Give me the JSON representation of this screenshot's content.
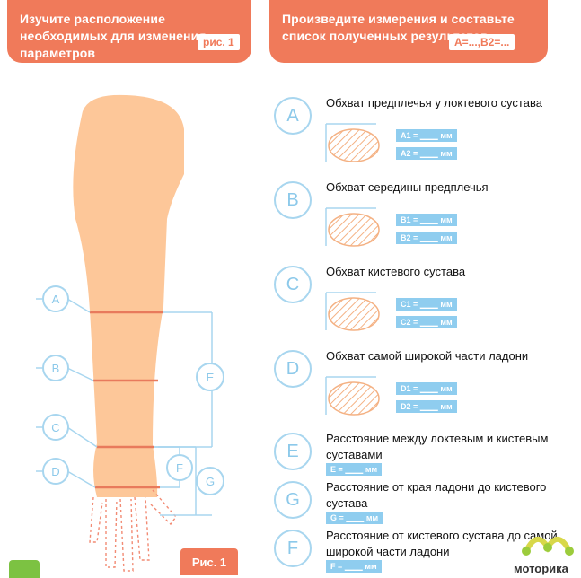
{
  "left_header": {
    "title": "Изучите расположение необходимых для изменения параметров",
    "tag": "рис. 1"
  },
  "right_header": {
    "title": "Произведите измерения и составьте список полученных результатов",
    "tag": "A=...,B2=..."
  },
  "arm_labels": {
    "a": "A",
    "b": "B",
    "c": "C",
    "d": "D",
    "e": "E",
    "f": "F",
    "g": "G"
  },
  "fig_tag": "Рис. 1",
  "measurements": [
    {
      "letter": "A",
      "title": "Обхват предплечья у локтевого сустава",
      "fields": [
        "A1 =",
        "A2 ="
      ],
      "unit": "мм"
    },
    {
      "letter": "B",
      "title": "Обхват середины предплечья",
      "fields": [
        "B1 =",
        "B2 ="
      ],
      "unit": "мм"
    },
    {
      "letter": "C",
      "title": "Обхват кистевого сустава",
      "fields": [
        "C1 =",
        "C2 ="
      ],
      "unit": "мм"
    },
    {
      "letter": "D",
      "title": "Обхват самой широкой части ладони",
      "fields": [
        "D1 =",
        "D2 ="
      ],
      "unit": "мм"
    },
    {
      "letter": "E",
      "title_line1": "Расстояние между локтевым и кистевым",
      "title_line2": "суставами",
      "field": "E =",
      "unit": "мм"
    },
    {
      "letter": "G",
      "title_line1": "Расстояние от края ладони до кистевого",
      "title_line2": "сустава",
      "field": "G =",
      "unit": "мм"
    },
    {
      "letter": "F",
      "title_line1": "Расстояние от кистевого сустава до самой",
      "title_line2": "широкой части ладони",
      "field": "F =",
      "unit": "мм"
    }
  ],
  "blank": "____",
  "brand": "моторика",
  "colors": {
    "accent": "#f07a5a",
    "skin": "#fdc799",
    "line": "#a8d6ef",
    "badge": "#8fcdef",
    "hatch": "#f4b183"
  }
}
